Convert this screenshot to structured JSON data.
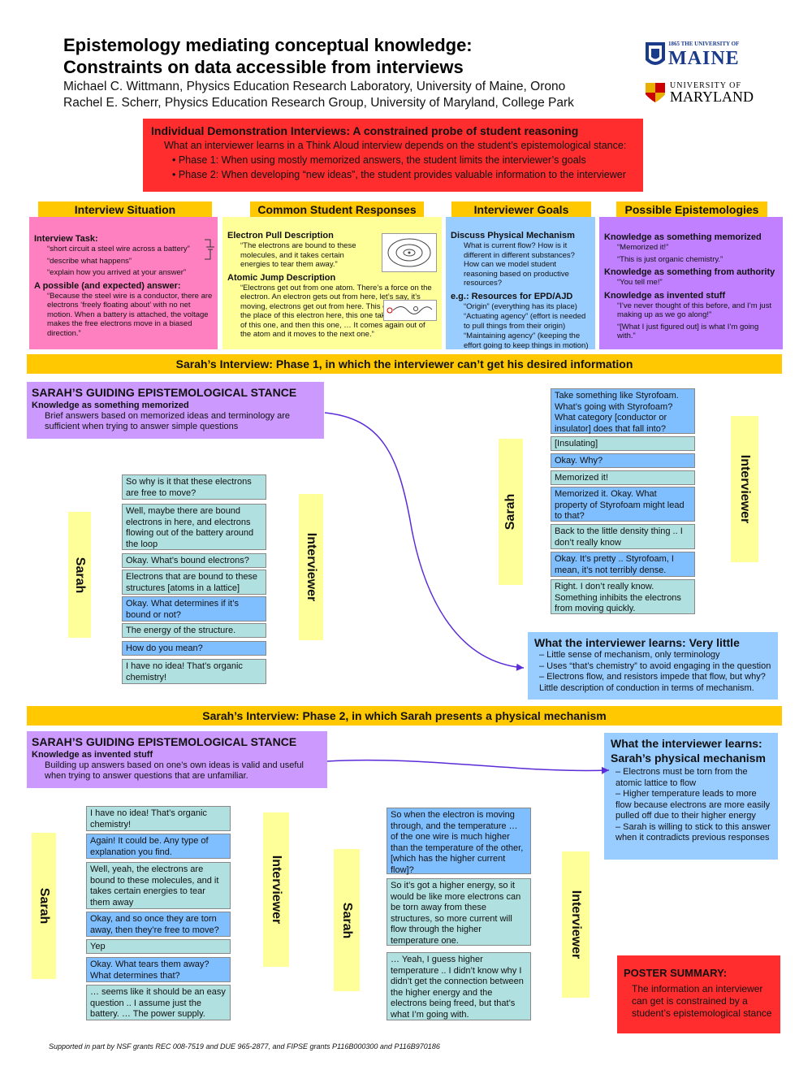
{
  "header": {
    "title_line1": "Epistemology mediating conceptual knowledge:",
    "title_line2": "Constraints on data accessible from interviews",
    "author1": "Michael C. Wittmann, Physics Education Research Laboratory, University of Maine, Orono",
    "author2": "Rachel E. Scherr, Physics Education Research Group, University of Maryland, College Park",
    "logo_maine_small": "1865 THE UNIVERSITY OF",
    "logo_maine_big": "MAINE",
    "logo_md_small": "UNIVERSITY OF",
    "logo_md_big": "MARYLAND"
  },
  "intro": {
    "heading": "Individual Demonstration Interviews: A constrained probe of student reasoning",
    "text": "What an interviewer learns in a Think Aloud interview depends on the student’s epistemological stance:",
    "bullet1": "• Phase 1: When using mostly memorized answers, the student limits the interviewer’s goals",
    "bullet2": "• Phase 2: When developing “new ideas”, the student provides valuable information to the interviewer"
  },
  "columns": {
    "situation": {
      "header": "Interview Situation",
      "task_h": "Interview Task:",
      "task1": "“short circuit a steel wire across a battery”",
      "task2": "“describe what happens”",
      "task3": "“explain how you arrived at your answer”",
      "ans_h": "A possible (and expected) answer:",
      "ans": "“Because the steel wire is a conductor, there are electrons ‘freely floating about’ with no net motion. When a battery is attached, the voltage makes the free electrons move in a biased direction.”"
    },
    "responses": {
      "header": "Common Student Responses",
      "h1": "Electron Pull Description",
      "t1": "“The electrons are bound to these molecules, and it takes certain energies to tear them away.”",
      "h2": "Atomic Jump Description",
      "t2": "“Electrons get out from one atom. There’s a force on the electron. An electron gets out from here, let’s say, it’s moving, electrons get out from here. This electron takes the place of this electron here, this one takes the place of this one, and then this one, … It comes again out of the atom and it moves to the next one.”"
    },
    "goals": {
      "header": "Interviewer Goals",
      "h1": "Discuss Physical Mechanism",
      "t1": "What is current flow? How is it different in different substances? How can we model student reasoning based on productive resources?",
      "h2": "e.g.: Resources for EPD/AJD",
      "r1": "“Origin” (everything has its place)",
      "r2": "“Actuating agency” (effort is needed to pull things from their origin)",
      "r3": "“Maintaining agency” (keeping the effort going to keep things in motion)"
    },
    "epist": {
      "header": "Possible Epistemologies",
      "h1": "Knowledge as something memorized",
      "q1": "“Memorized it!”",
      "q2": "“This is just organic chemistry.”",
      "h2": "Knowledge as something from authority",
      "q3": "“You tell me!”",
      "h3": "Knowledge as invented stuff",
      "q4": "“I’ve never thought of this before, and I’m just making up as we go along!”",
      "q5": "“[What I just figured out] is what I’m going with.”"
    }
  },
  "phase1": {
    "band": "Sarah’s Interview: Phase 1, in which the interviewer can’t get his desired information",
    "stance_h": "SARAH’S GUIDING EPISTEMOLOGICAL STANCE",
    "stance_s": "Knowledge as something memorized",
    "stance_t": "Brief answers based on memorized ideas and terminology are sufficient when trying to answer simple questions",
    "sarah": "Sarah",
    "interviewer": "Interviewer",
    "left_dialog": [
      "So why is it that these electrons are free to move?",
      "Well, maybe there are bound electrons in here, and electrons flowing out of the battery around the loop",
      "Okay. What’s bound electrons?",
      "Electrons that are bound to these structures [atoms in a lattice]",
      "Okay. What determines if it’s bound or not?",
      "The energy of the structure.",
      "How do you mean?",
      "I have no idea! That’s organic chemistry!"
    ],
    "right_dialog": [
      "Take something like Styrofoam. What’s going with Styrofoam? What category [conductor or insulator] does that fall into?",
      "[Insulating]",
      "Okay. Why?",
      "Memorized it!",
      "Memorized it. Okay. What property of Styrofoam might lead to that?",
      "Back to the little density thing .. I don’t really know",
      "Okay. It’s pretty .. Styrofoam, I mean, it’s not terribly dense.",
      "Right. I don’t really know. Something inhibits the electrons from moving quickly."
    ],
    "learn_h": "What the interviewer learns: Very little",
    "learn": [
      "– Little sense of mechanism, only terminology",
      "– Uses “that’s chemistry” to avoid engaging in the question",
      "– Electrons flow, and resistors impede that flow, but why? Little description of conduction in terms of mechanism."
    ]
  },
  "phase2": {
    "band": "Sarah’s Interview: Phase 2, in which Sarah presents a physical mechanism",
    "stance_h": "SARAH’S GUIDING EPISTEMOLOGICAL STANCE",
    "stance_s": "Knowledge as invented stuff",
    "stance_t": "Building up answers based on one’s own ideas is valid and useful when trying to answer questions that are unfamiliar.",
    "sarah": "Sarah",
    "interviewer": "Interviewer",
    "left_dialog": [
      "I have no idea! That’s organic chemistry!",
      "Again! It could be. Any type of explanation you find.",
      "Well, yeah, the electrons are bound to these molecules, and it takes certain energies to tear them away",
      "Okay, and so once they are torn away, then they’re free to move?",
      "Yep",
      "Okay. What tears them away? What determines that?",
      "… seems like it should be an easy question .. I assume just the battery. … The power supply."
    ],
    "mid_dialog": [
      "So when the electron is moving through, and the temperature … of the one wire is much higher than the temperature of the other, [which has the higher current flow]?",
      "So it’s got a higher energy, so it would be like more electrons can be torn away from these structures, so more current will flow through the higher temperature one.",
      "… Yeah, I guess higher temperature .. I didn’t know why I didn’t get the connection between the higher energy and the electrons being freed, but that’s what I’m going with."
    ],
    "learn_h1": "What the interviewer learns:",
    "learn_h2": "Sarah’s physical mechanism",
    "learn": [
      "– Electrons must be torn from the atomic lattice to flow",
      "– Higher temperature leads to more flow because electrons are more easily pulled off due to their higher energy",
      "– Sarah is willing to stick to this answer when it contradicts previous responses"
    ]
  },
  "summary": {
    "heading": "POSTER SUMMARY:",
    "text": "The information an interviewer can get is constrained by a student’s epistemological stance"
  },
  "footer": "Supported in part by NSF grants REC 008-7519 and DUE 965-2877, and FIPSE grants P116B000300 and P116B970186",
  "colors": {
    "red": "#ff2d2d",
    "gold": "#ffc800",
    "pink": "#ff80c0",
    "yellow": "#ffff99",
    "blue": "#99ccff",
    "lavender": "#c080ff",
    "teal_bubble": "#b0e0e0",
    "blue_bubble": "#80bfff"
  }
}
